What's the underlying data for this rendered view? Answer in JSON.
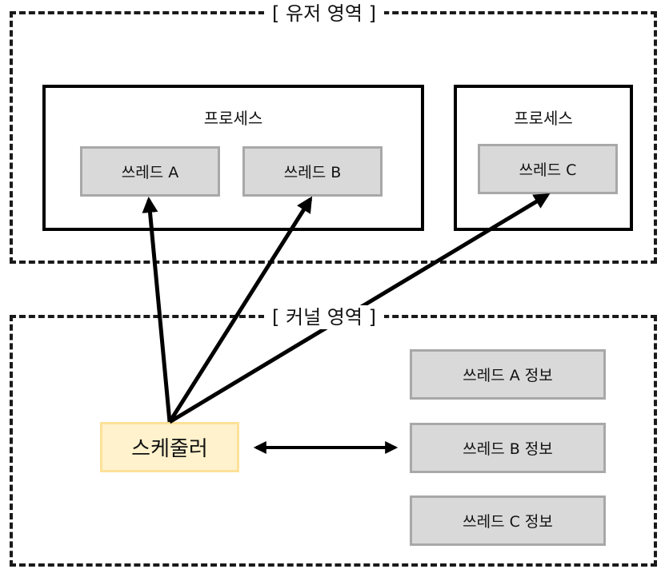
{
  "user_area": {
    "title": "[ 유저 영역 ]",
    "processes": [
      {
        "label": "프로세스",
        "threads": [
          "쓰레드 A",
          "쓰레드 B"
        ]
      },
      {
        "label": "프로세스",
        "threads": [
          "쓰레드 C"
        ]
      }
    ]
  },
  "kernel_area": {
    "title": "[ 커널 영역 ]",
    "scheduler": "스케줄러",
    "thread_infos": [
      "쓰레드 A 정보",
      "쓰레드 B 정보",
      "쓰레드 C 정보"
    ]
  },
  "colors": {
    "thread_fill": "#d9d9d9",
    "thread_border": "#a8a8a8",
    "scheduler_fill": "#fff2cc",
    "scheduler_border": "#fde198",
    "line": "#000000"
  }
}
